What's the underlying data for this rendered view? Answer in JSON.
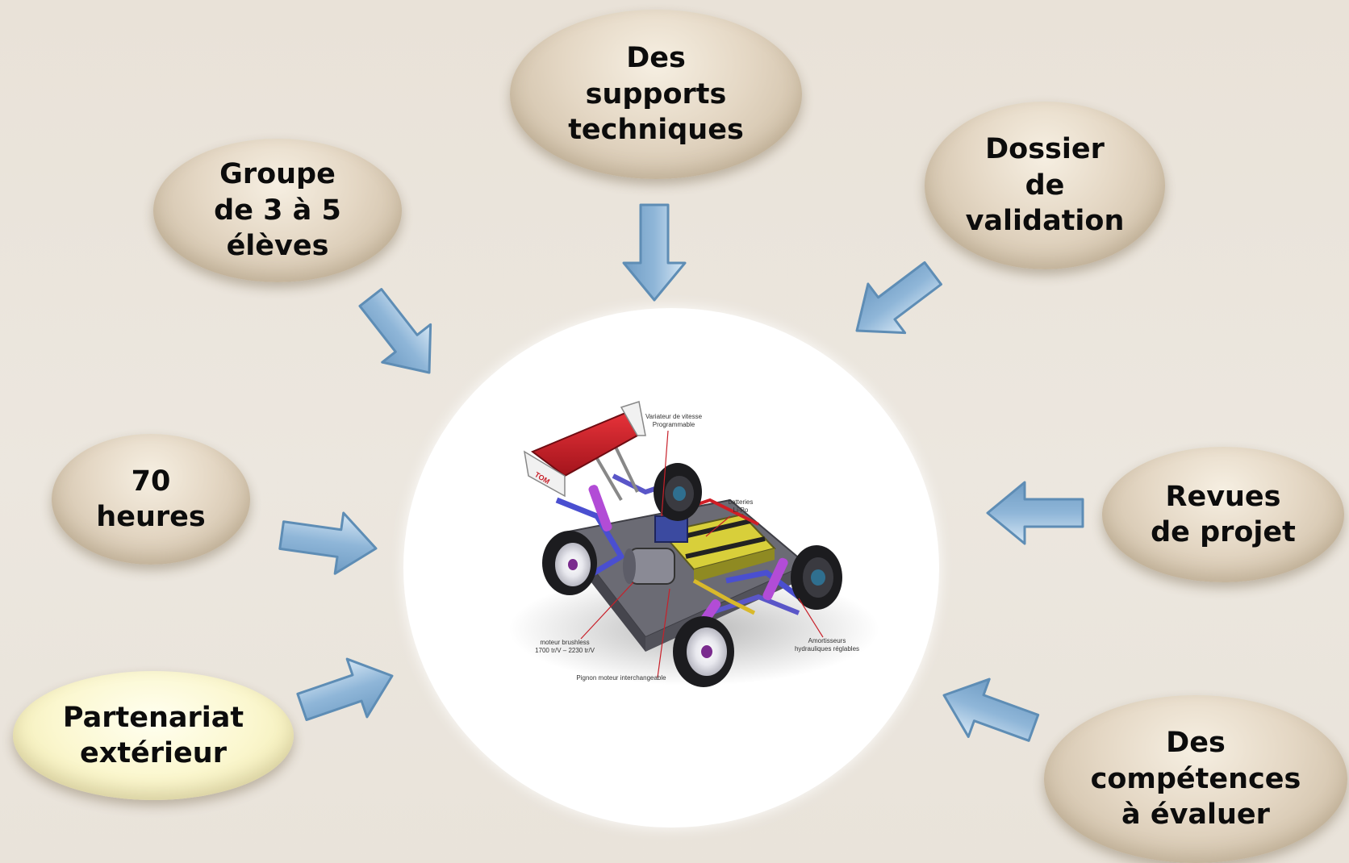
{
  "bubbles": [
    {
      "id": "supports",
      "text": "Des\nsupports\ntechniques",
      "style": "beige"
    },
    {
      "id": "groupe",
      "text": "Groupe\nde 3 à 5\nélèves",
      "style": "beige"
    },
    {
      "id": "dossier",
      "text": "Dossier\nde\nvalidation",
      "style": "beige"
    },
    {
      "id": "heures",
      "text": "70\nheures",
      "style": "beige"
    },
    {
      "id": "revues",
      "text": "Revues\nde projet",
      "style": "beige"
    },
    {
      "id": "partenariat",
      "text": "Partenariat\nextérieur",
      "style": "light-yellow"
    },
    {
      "id": "competences",
      "text": "Des\ncompétences\nà évaluer",
      "style": "beige"
    }
  ],
  "center_image": {
    "subject": "rc-buggy-car",
    "labels": {
      "variateur": "Variateur de vitesse\nProgrammable",
      "batteries": "batteries\nLi-Po",
      "moteur": "moteur brushless\n1700 tr/V – 2230 tr/V",
      "amortisseurs": "Amortisseurs\nhydrauliques réglables",
      "pignon": "Pignon moteur interchangeable"
    },
    "wing_text": "TOM"
  },
  "colors": {
    "arrow_fill": "#8fb6d8",
    "arrow_stroke": "#5e8db5",
    "bubble_beige": "#d9cbb5",
    "bubble_light": "#fbf7cf",
    "wing_red": "#c8202a"
  }
}
